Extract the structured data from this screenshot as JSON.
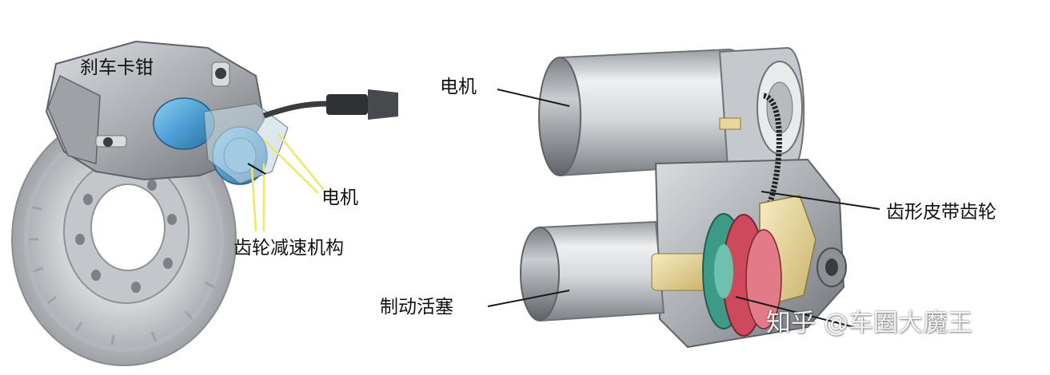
{
  "labels": {
    "caliper": "刹车卡钳",
    "motor_left": "电机",
    "gear_reduction": "齿轮减速机构",
    "motor_right": "电机",
    "toothed_belt_gear": "齿形皮带齿轮",
    "brake_piston": "制动活塞"
  },
  "watermark": "知乎 @车圈大魔王",
  "colors": {
    "disc": "#c9ccd0",
    "caliper": "#b7bbc0",
    "motor_blue": "#4f9fd6",
    "belt_gear_yellow": "#e8d69a",
    "gear_green": "#3c9a86",
    "gear_red": "#cc4a5c",
    "leader_yellow": "#e9e86a"
  }
}
